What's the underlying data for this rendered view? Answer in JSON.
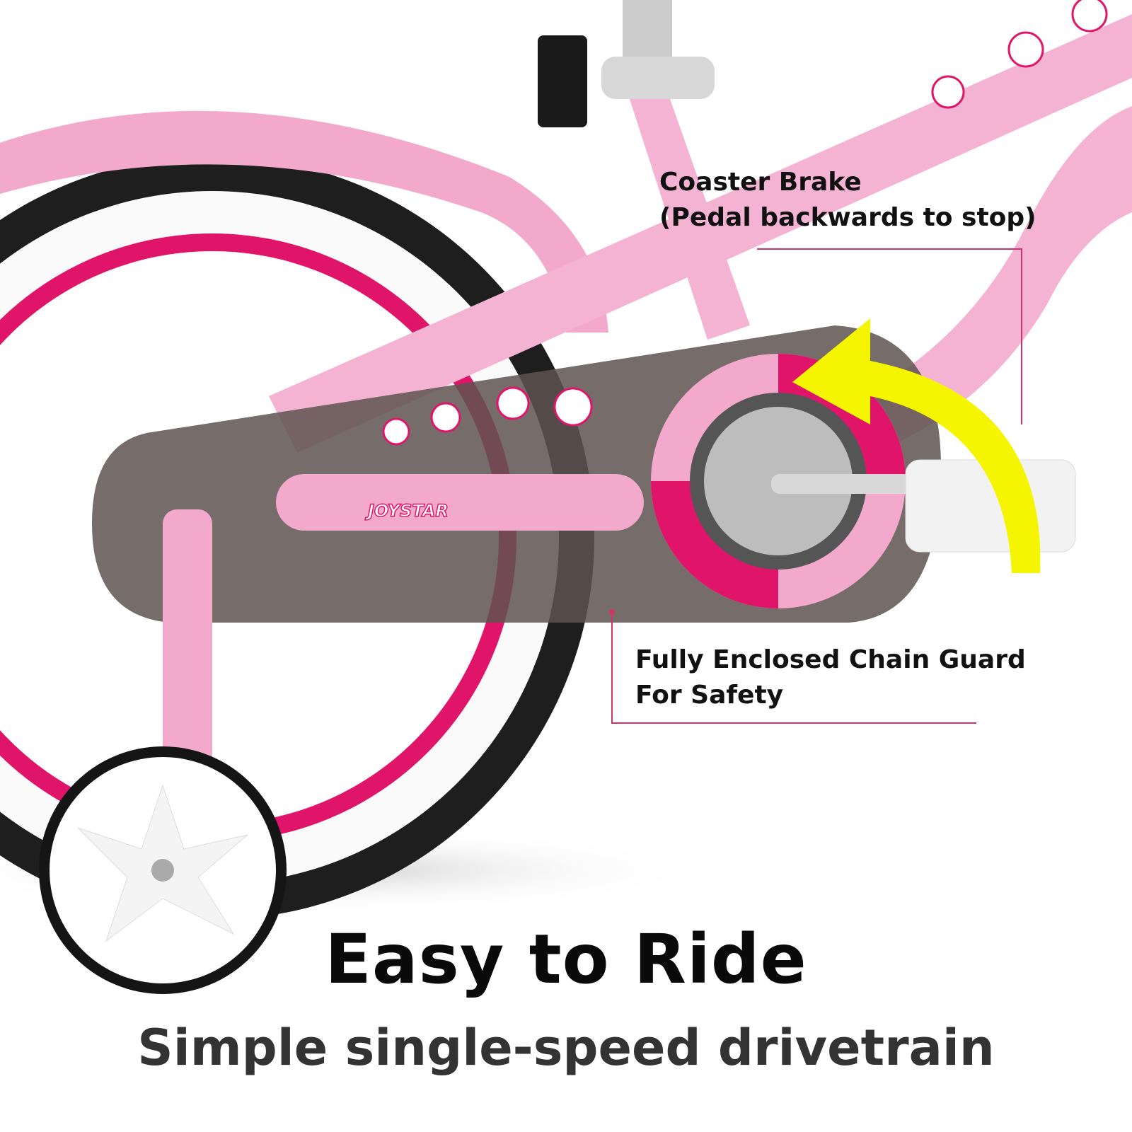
{
  "callouts": {
    "brake_line1": "Coaster Brake",
    "brake_line2": "(Pedal backwards to stop)",
    "guard_line1": "Fully Enclosed Chain Guard",
    "guard_line2": "For Safety"
  },
  "headline": "Easy to Ride",
  "subheadline": "Simple single-speed drivetrain",
  "brand_logo_text": "JOYSTAR",
  "colors": {
    "frame_pink": "#f2a9cc",
    "rim_magenta": "#e0156a",
    "callout_line": "#d0336a",
    "arrow_yellow": "#f5f500",
    "chain_guard": "#6a5f5c"
  }
}
